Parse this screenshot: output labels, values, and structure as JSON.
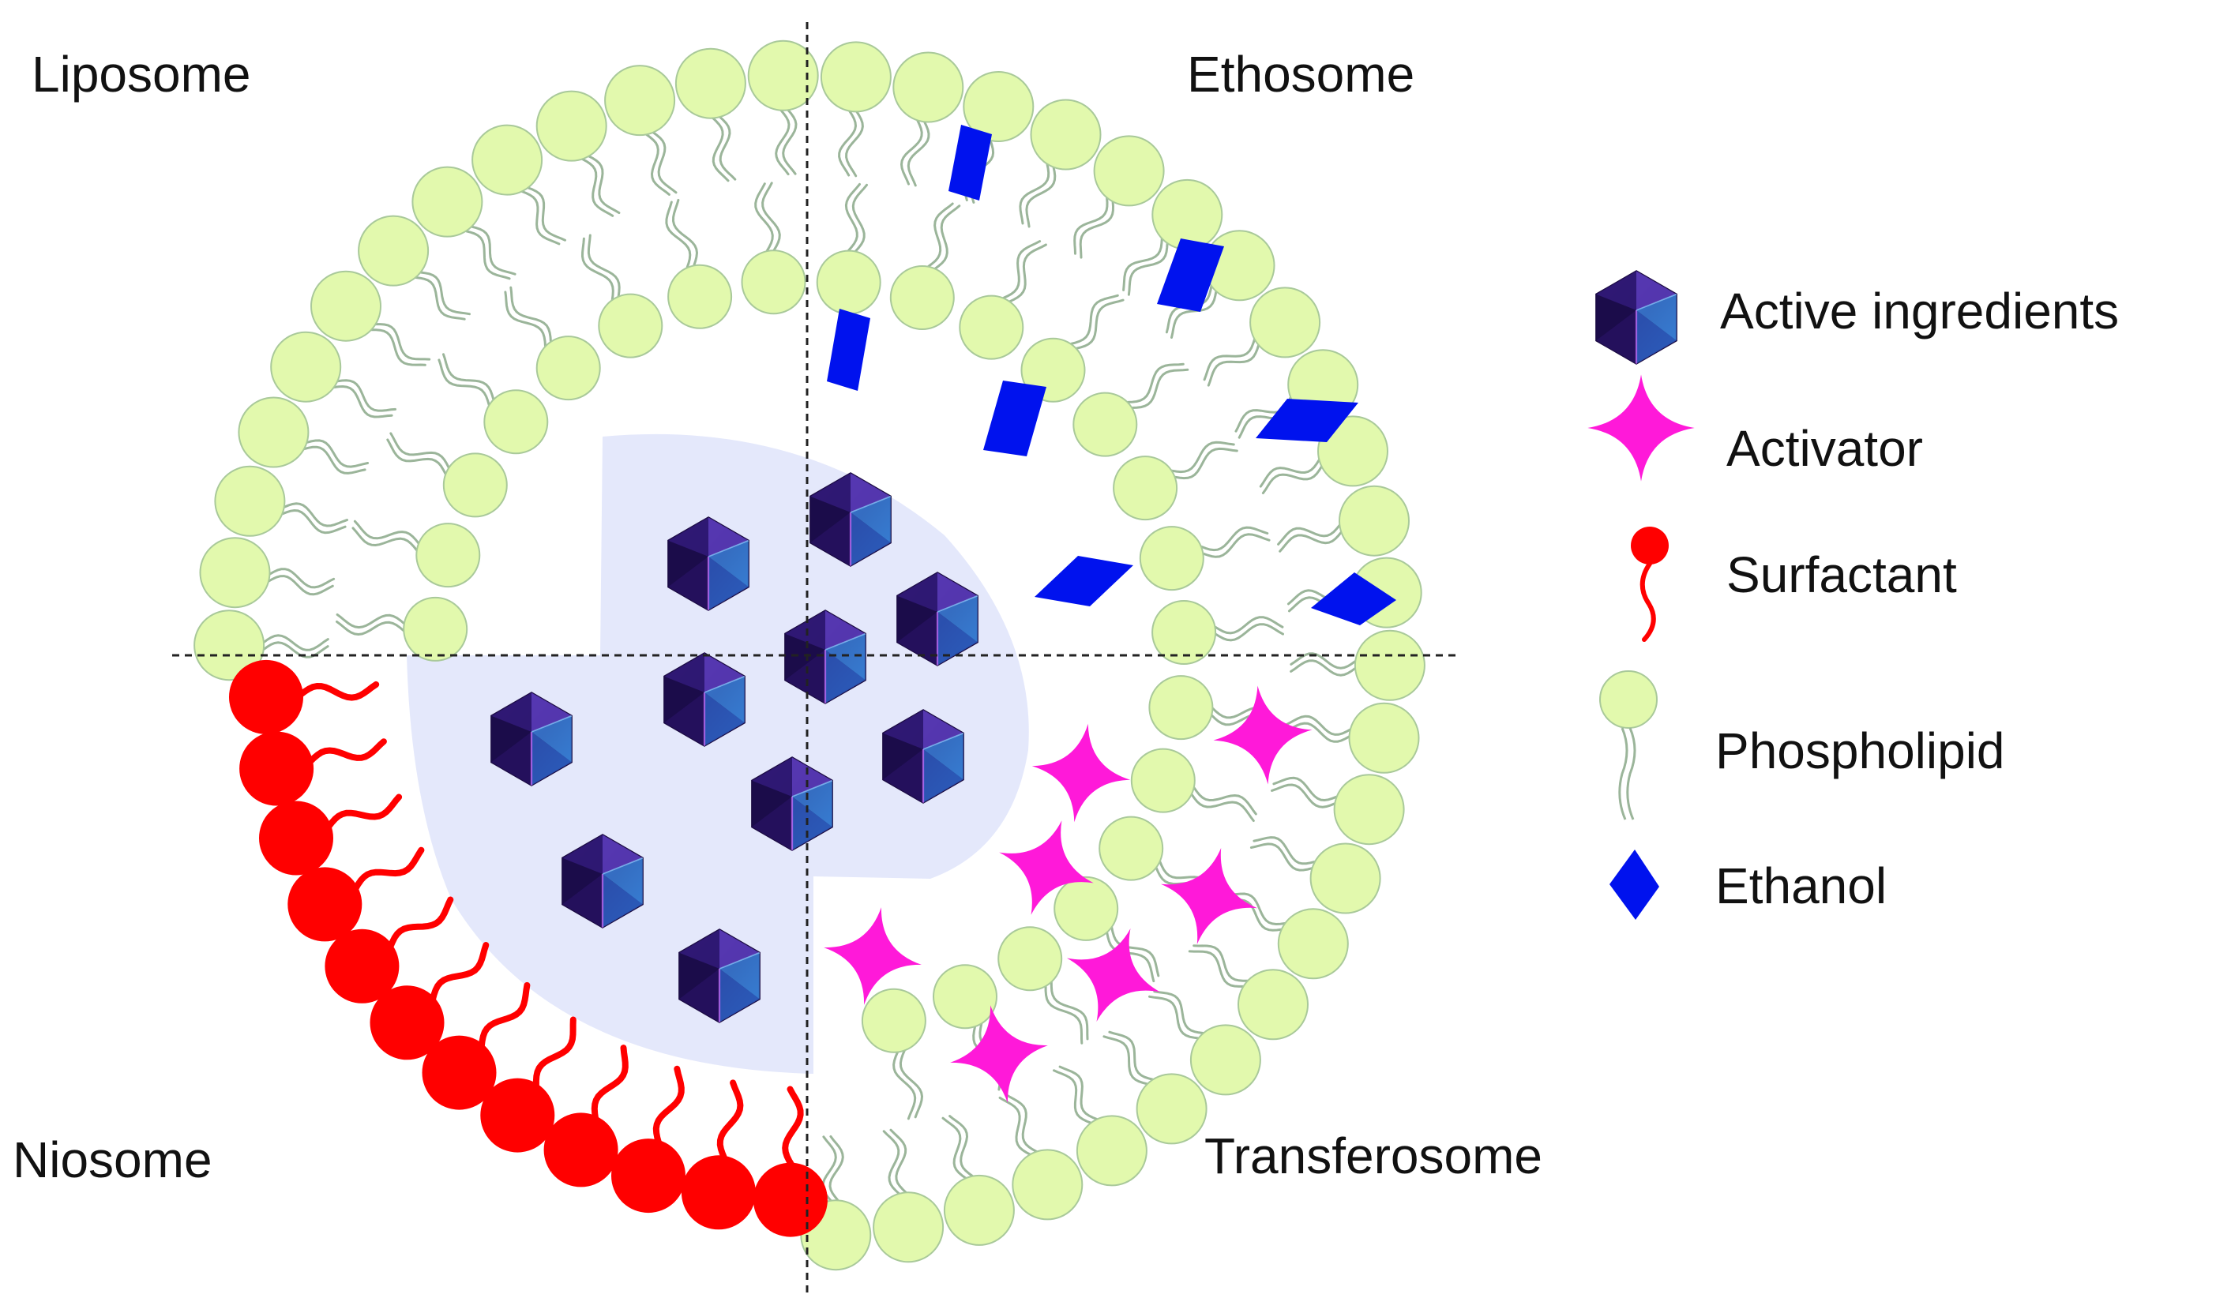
{
  "quadrants": {
    "liposome": "Liposome",
    "ethosome": "Ethosome",
    "niosome": "Niosome",
    "transferosome": "Transferosome"
  },
  "legend": {
    "active_ingredients": "Active ingredients",
    "activator": "Activator",
    "surfactant": "Surfactant",
    "phospholipid": "Phospholipid",
    "ethanol": "Ethanol"
  },
  "colors": {
    "phospholipid_head": "#e2f9ad",
    "phospholipid_edge": "#a9c99a",
    "phospholipid_tail": "#9bb59a",
    "surfactant": "#ff0000",
    "ethanol": "#0012ee",
    "activator": "#ff19d9",
    "core": "#e4e8fb",
    "crystal_dark": "#24105c",
    "crystal_mid": "#3b1f86",
    "crystal_light": "#2b8fd8",
    "divider": "#222222"
  },
  "icons": {
    "active_ingredients": "icosahedron-crystal-icon",
    "activator": "four-point-star-icon",
    "surfactant": "surfactant-lollipop-icon",
    "phospholipid": "phospholipid-icon",
    "ethanol": "blue-diamond-icon"
  }
}
